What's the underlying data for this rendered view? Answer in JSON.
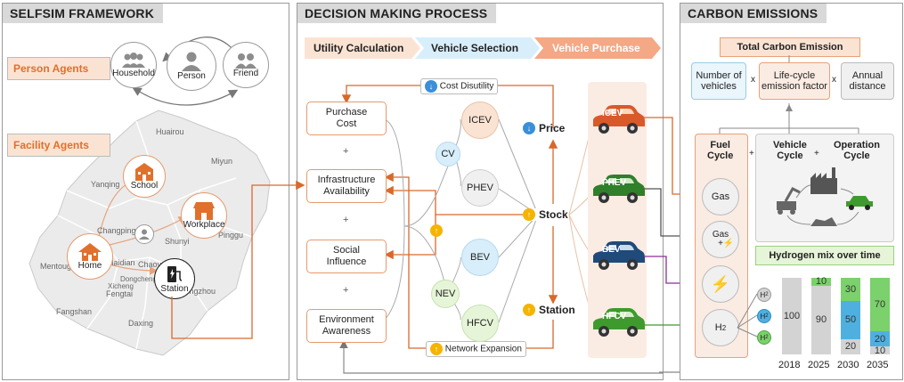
{
  "panels": {
    "left_title": "SELFSIM FRAMEWORK",
    "mid_title": "DECISION MAKING PROCESS",
    "right_title": "CARBON EMISSIONS"
  },
  "left": {
    "person_agents": "Person Agents",
    "facility_agents": "Facility Agents",
    "household": "Household",
    "person": "Person",
    "friend": "Friend",
    "school": "School",
    "workplace": "Workplace",
    "home": "Home",
    "station": "Station",
    "map_labels": [
      "Huairou",
      "Miyun",
      "Yanqing",
      "Changping",
      "Shunyi",
      "Pinggu",
      "Mentougou",
      "Haidian",
      "Chaoyang",
      "Dongcheng",
      "Xicheng",
      "Fengtai",
      "Fangshan",
      "Daxing",
      "Tongzhou"
    ]
  },
  "mid": {
    "steps": [
      "Utility Calculation",
      "Vehicle Selection",
      "Vehicle Purchase"
    ],
    "factors": [
      "Purchase\nCost",
      "Infrastructure\nAvailability",
      "Social\nInfluence",
      "Environment\nAwareness"
    ],
    "plus": "+",
    "cost_disutility": "Cost Disutility",
    "network_expansion": "Network Expansion",
    "cv": "CV",
    "nev": "NEV",
    "icev": "ICEV",
    "phev": "PHEV",
    "bev": "BEV",
    "hfcv": "HFCV",
    "price": "Price",
    "stock": "Stock",
    "station": "Station",
    "cars": [
      "ICEV",
      "PHEV",
      "BEV",
      "HFCV"
    ]
  },
  "right": {
    "total": "Total Carbon Emission",
    "num_vehicles": "Number of\nvehicles",
    "lifecycle": "Life-cycle\nemission factor",
    "annual": "Annual\ndistance",
    "times": "x",
    "fuel_cycle": "Fuel\nCycle",
    "vehicle_cycle": "Vehicle\nCycle",
    "operation_cycle": "Operation\nCycle",
    "gas": "Gas",
    "gas_plus": "Gas\n+",
    "h2": "H",
    "h2_sub": "2",
    "hydrogen_title": "Hydrogen mix over time",
    "plus": "+"
  },
  "chart_data": {
    "type": "bar",
    "categories": [
      "2018",
      "2025",
      "2030",
      "2035"
    ],
    "series": [
      {
        "values": [
          100,
          90,
          20,
          10
        ],
        "color": "#d3d3d3"
      },
      {
        "values": [
          0,
          0,
          50,
          20
        ],
        "color": "#4fb0e0"
      },
      {
        "values": [
          0,
          10,
          30,
          70
        ],
        "color": "#7bd16b"
      }
    ],
    "ylim": [
      0,
      100
    ]
  }
}
